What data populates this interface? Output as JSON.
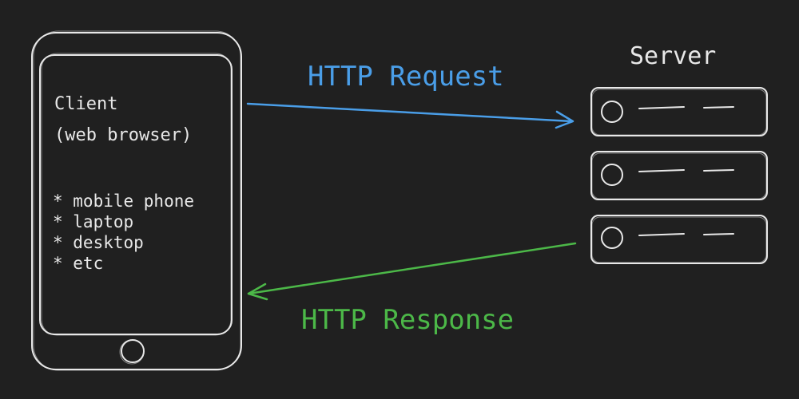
{
  "client": {
    "title_line1": "Client",
    "title_line2": "(web browser)",
    "items": [
      {
        "text": "* mobile phone"
      },
      {
        "text": "* laptop"
      },
      {
        "text": "* desktop"
      },
      {
        "text": "* etc"
      }
    ]
  },
  "server": {
    "title": "Server"
  },
  "request": {
    "label": "HTTP Request"
  },
  "response": {
    "label": "HTTP Response"
  },
  "colors": {
    "background": "#202020",
    "stroke": "#e8e8e8",
    "request": "#4a9ee8",
    "response": "#4cb848"
  }
}
